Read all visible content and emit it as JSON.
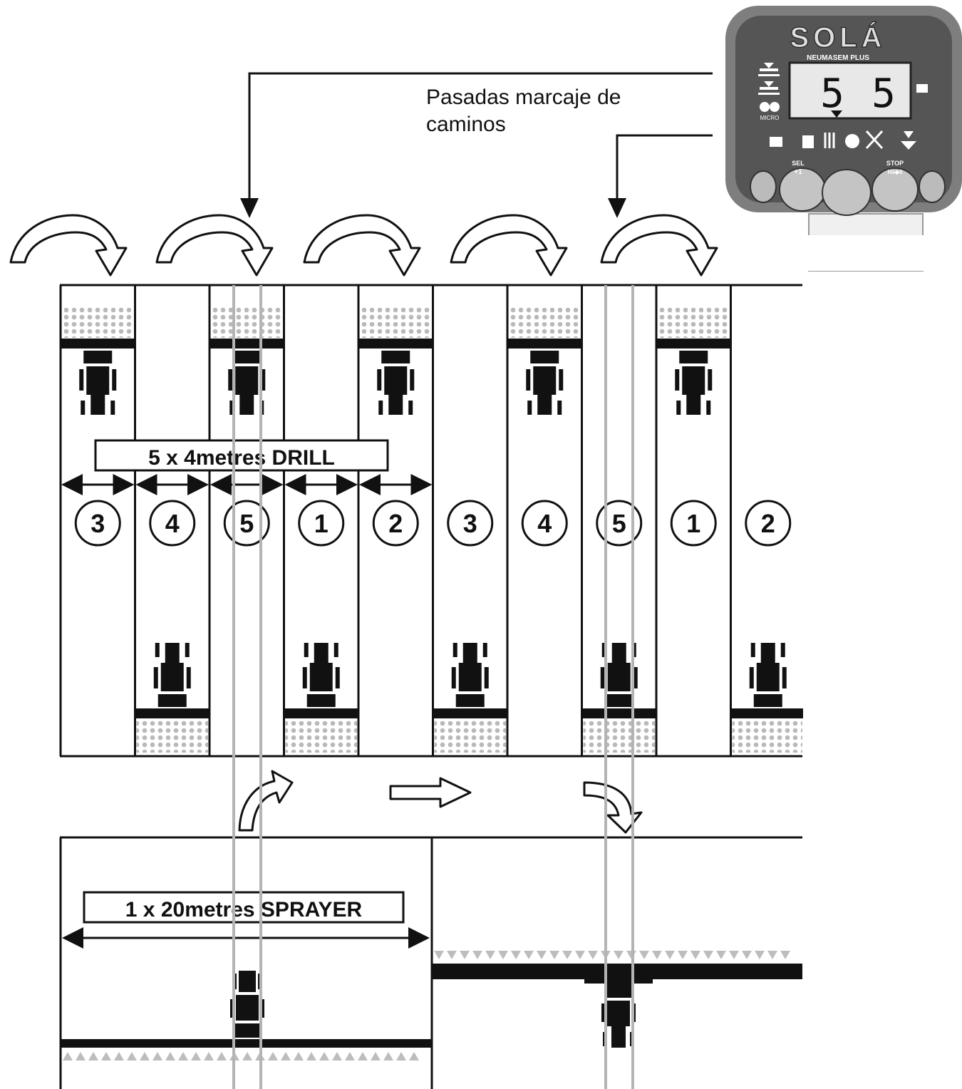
{
  "callout": {
    "line1": "Pasadas marcaje de",
    "line2": "caminos"
  },
  "device": {
    "brand": "SOLÁ",
    "model": "NEUMASEM PLUS",
    "display": [
      "5",
      "5"
    ],
    "micro": "MICRO",
    "buttons": [
      {
        "top": "SEL",
        "bottom": "+1"
      },
      {
        "top": "STOP",
        "bottom": "Ha◆0"
      }
    ]
  },
  "drill": {
    "label": "5 x 4metres DRILL",
    "pass_numbers": [
      "3",
      "4",
      "5",
      "1",
      "2",
      "3",
      "4",
      "5",
      "1",
      "2"
    ]
  },
  "sprayer": {
    "label": "1 x 20metres SPRAYER"
  },
  "colors": {
    "ink": "#111111",
    "track": "#b4b4b4",
    "seed": "#b9b9b9",
    "device_body": "#8a8a8a",
    "lcd": "#e8e8e8"
  }
}
